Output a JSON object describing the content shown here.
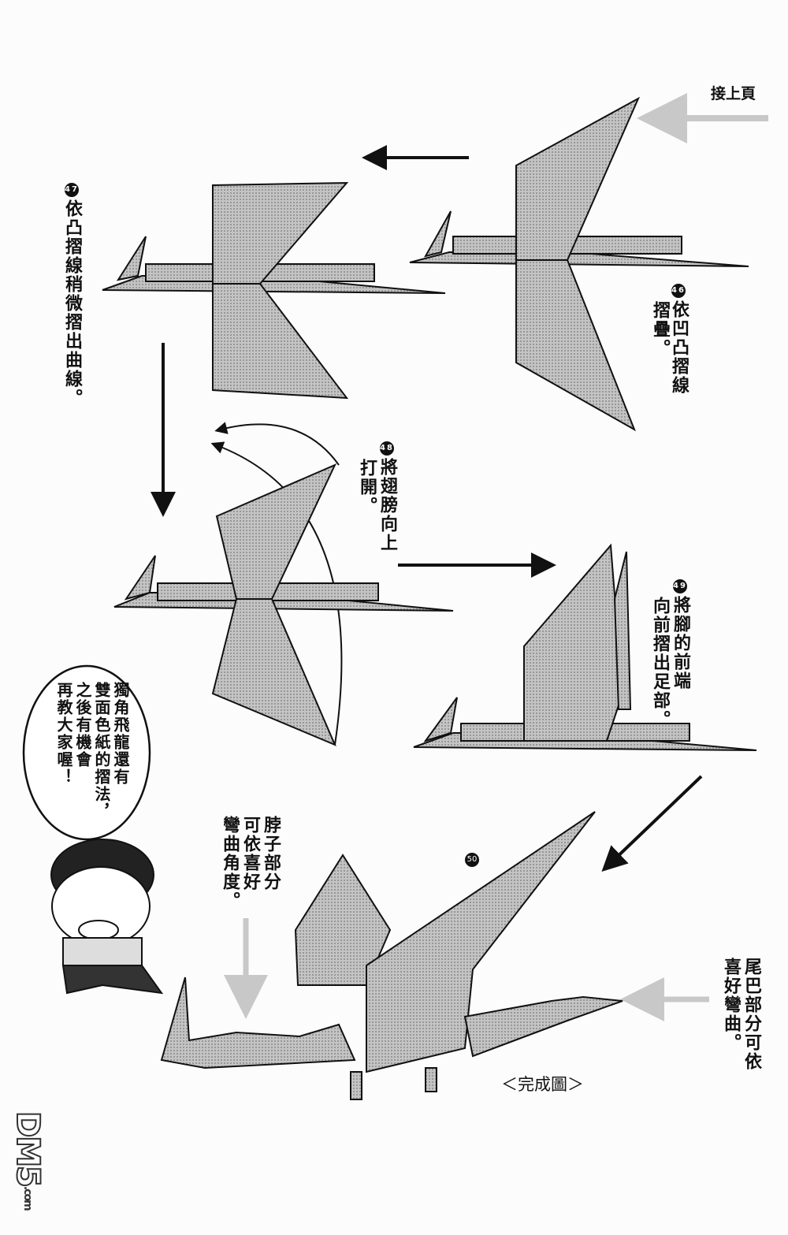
{
  "continued_label": "接上頁",
  "steps": [
    {
      "number": "46",
      "columns": [
        "依凹凸摺線",
        "摺疊。"
      ]
    },
    {
      "number": "47",
      "columns": [
        "依凸摺線稍微摺出曲線。"
      ]
    },
    {
      "number": "48",
      "columns": [
        "將翅膀向上",
        "打開。"
      ]
    },
    {
      "number": "49",
      "columns": [
        "將腳的前端",
        "向前摺出足部。"
      ]
    },
    {
      "number": "50",
      "columns": []
    }
  ],
  "speech_bubble": {
    "columns": [
      "獨角飛龍還有",
      "雙面色紙的摺法，",
      "之後有機會",
      "再教大家喔！"
    ]
  },
  "neck_note": {
    "columns": [
      "脖子部分",
      "可依喜好",
      "彎曲角度。"
    ]
  },
  "tail_note": {
    "columns": [
      "尾巴部分可依",
      "喜好彎曲。"
    ]
  },
  "completed_label": "＜完成圖＞",
  "watermark": {
    "main": "DM5",
    "sub": ".com"
  },
  "colors": {
    "paper_fill": "#b5b5b5",
    "ink": "#111111",
    "gray_arrow": "#c8c8c8"
  }
}
